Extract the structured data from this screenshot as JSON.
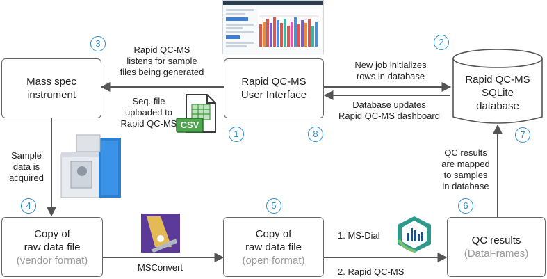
{
  "nodes": {
    "mass_spec": {
      "line1": "Mass spec",
      "line2": "instrument"
    },
    "user_interface": {
      "line1": "Rapid QC-MS",
      "line2": "User Interface"
    },
    "database": {
      "line1": "Rapid QC-MS",
      "line2": "SQLite",
      "line3": "database"
    },
    "raw_vendor": {
      "line1": "Copy of",
      "line2": "raw data file",
      "line3": "(vendor format)"
    },
    "raw_open": {
      "line1": "Copy of",
      "line2": "raw data file",
      "line3": "(open format)"
    },
    "qc_results": {
      "line1": "QC results",
      "line2": "(DataFrames)"
    }
  },
  "labels": {
    "listens": [
      "Rapid QC-MS",
      "listens for sample",
      "files being generated"
    ],
    "seq_file": [
      "Seq. file",
      "uploaded to",
      "Rapid QC-MS"
    ],
    "new_job": [
      "New job initializes",
      "rows in database"
    ],
    "db_updates": [
      "Database updates",
      "Rapid QC-MS dashboard"
    ],
    "sample_acquired": [
      "Sample",
      "data is",
      "acquired"
    ],
    "qc_mapped": [
      "QC results",
      "are mapped",
      "to samples",
      "in database"
    ],
    "msconvert": "MSConvert",
    "ms_dial": "1. MS-Dial",
    "rapid_qcms": "2. Rapid QC-MS"
  },
  "steps": [
    "1",
    "2",
    "3",
    "4",
    "5",
    "6",
    "7",
    "8"
  ],
  "icons": {
    "csv": "CSV",
    "instrument": "mass-spectrometer-image",
    "msconvert": "msconvert-logo",
    "msdial": "ms-dial-logo",
    "dashboard": "dashboard-screenshot"
  },
  "colors": {
    "step": "#2b8ecf",
    "arrow": "#555555",
    "csv_green": "#3f9b3f",
    "muted": "#9a9a9a"
  }
}
